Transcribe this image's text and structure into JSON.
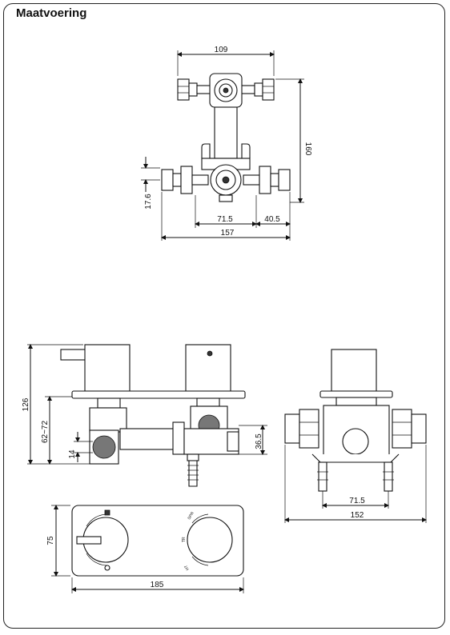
{
  "title": "Maatvoering",
  "dimensions": {
    "top_width": "109",
    "top_height": "160",
    "top_offset": "17.6",
    "top_spacing": "71.5",
    "top_side": "40.5",
    "top_total": "157",
    "side_height": "126",
    "side_range": "62~72",
    "side_small": "14",
    "side_inlet": "36.5",
    "right_spacing": "71.5",
    "right_total": "152",
    "plate_height": "75",
    "plate_width": "185"
  },
  "dial_labels": {
    "left_top": "",
    "right_a": "SPR",
    "right_b": "TR",
    "right_c": "HT"
  },
  "colors": {
    "line": "#111111",
    "hatch": "#777777",
    "background": "#ffffff"
  }
}
